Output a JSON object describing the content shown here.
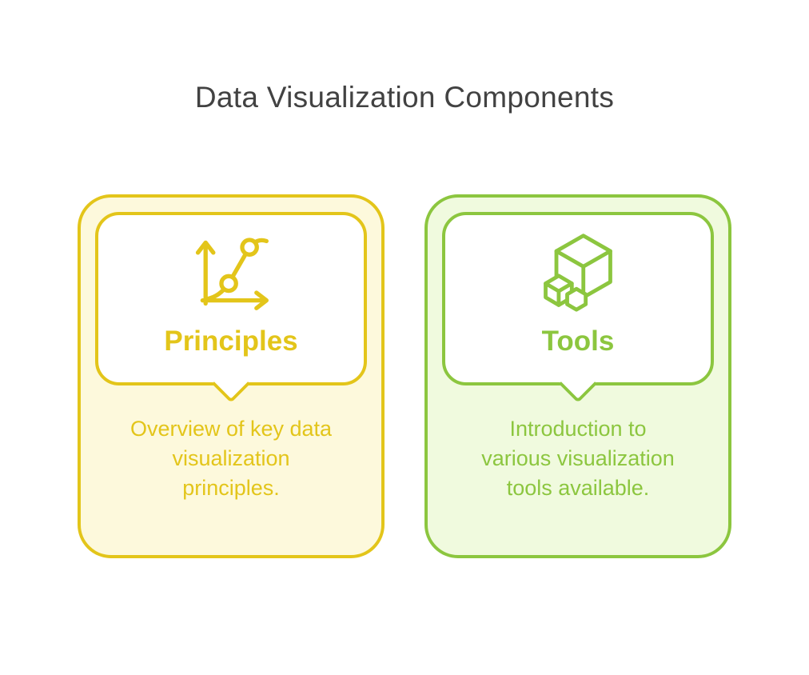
{
  "page": {
    "title": "Data Visualization Components",
    "title_color": "#424242",
    "background": "#FFFFFF"
  },
  "cards": [
    {
      "id": "principles",
      "label": "Principles",
      "description_lines": [
        "Overview of key data",
        "visualization",
        "principles."
      ],
      "icon": "line-chart-icon",
      "accent": "#E3C51A",
      "fill": "#FDF9DC",
      "bubble_fill": "#FFFFFF"
    },
    {
      "id": "tools",
      "label": "Tools",
      "description_lines": [
        "Introduction to",
        "various visualization",
        "tools available."
      ],
      "icon": "cubes-icon",
      "accent": "#8CC63F",
      "fill": "#F0FADE",
      "bubble_fill": "#FFFFFF"
    }
  ]
}
